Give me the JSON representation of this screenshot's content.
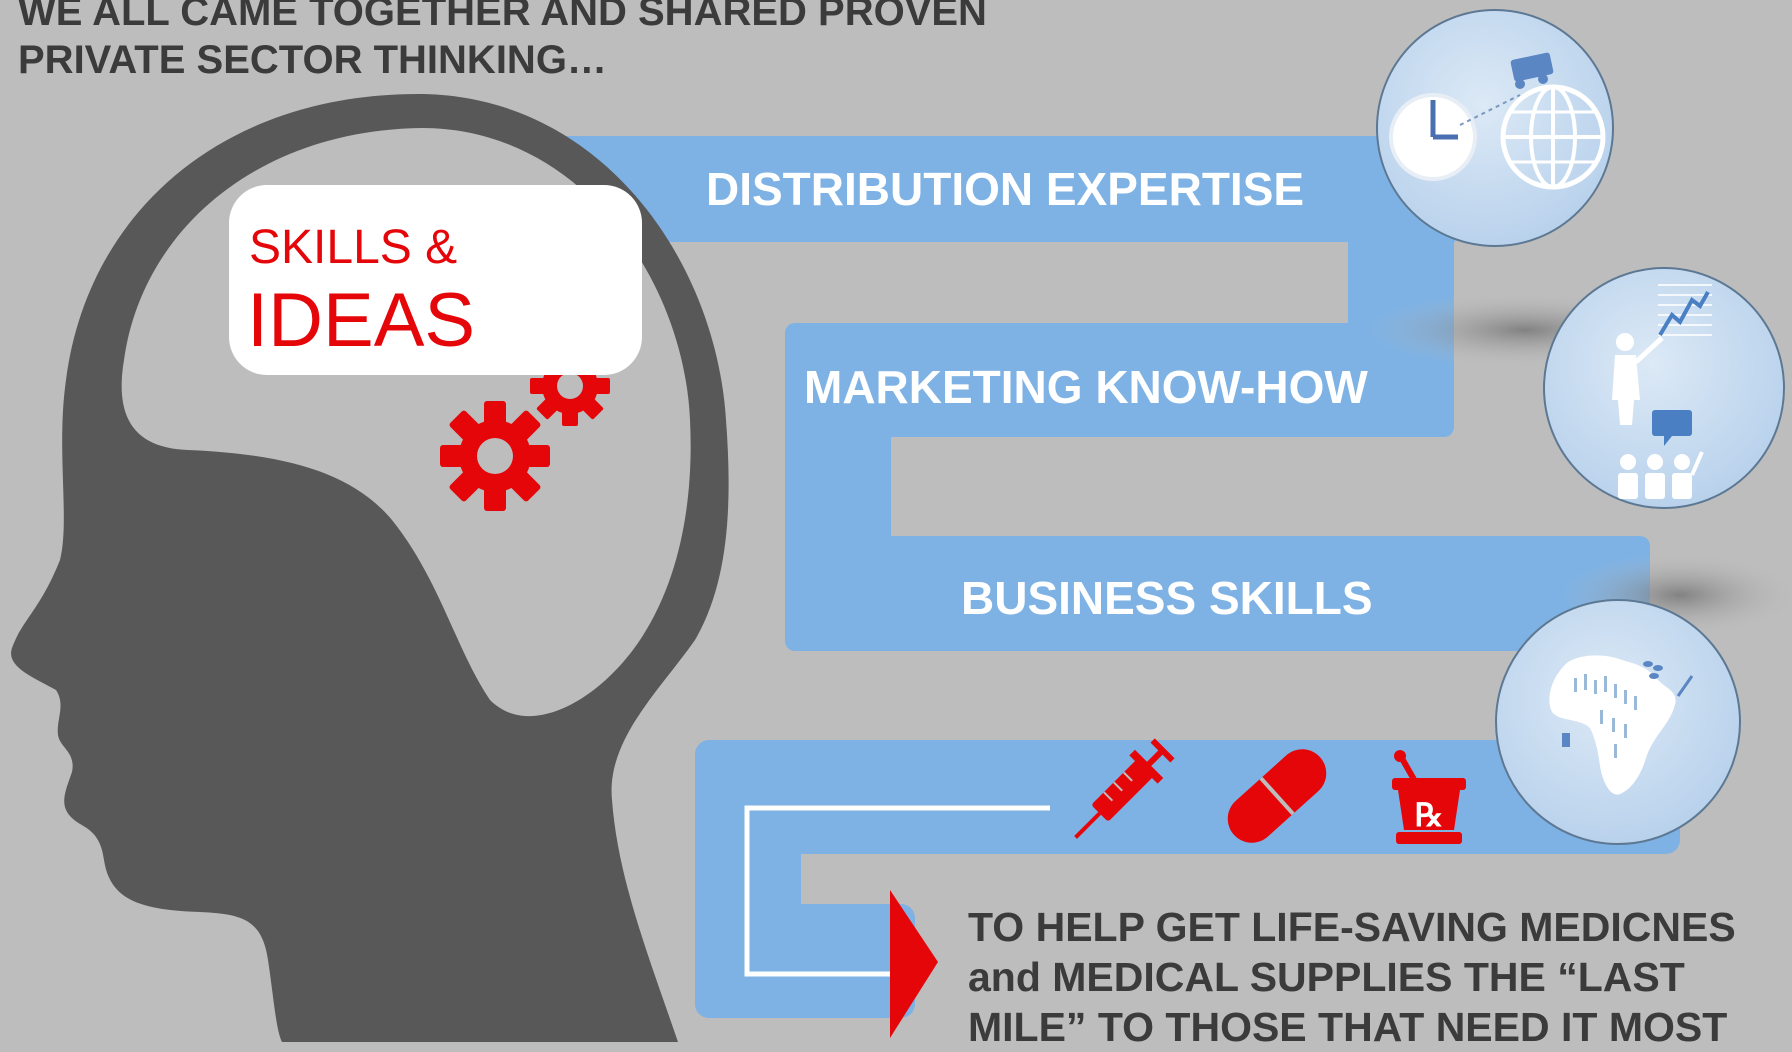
{
  "headline": {
    "line1": "WE ALL CAME TOGETHER AND SHARED PROVEN",
    "line2": "PRIVATE SECTOR THINKING…"
  },
  "bubble": {
    "line1": "SKILLS &",
    "line2": "IDEAS"
  },
  "steps": [
    {
      "label": "DISTRIBUTION EXPERTISE",
      "icon": "clock-truck-globe-icon"
    },
    {
      "label": "MARKETING KNOW-HOW",
      "icon": "presenter-chart-icon"
    },
    {
      "label": "BUSINESS SKILLS",
      "icon": "africa-map-icon"
    }
  ],
  "outcome": {
    "line1": "TO HELP GET LIFE-SAVING MEDICNES",
    "line2": "and MEDICAL SUPPLIES THE “LAST",
    "line3": "MILE” TO THOSE THAT NEED IT MOST"
  },
  "supply_icons": [
    "syringe-icon",
    "pill-icon",
    "rx-mortar-icon"
  ],
  "colors": {
    "background": "#bdbdbd",
    "head": "#585858",
    "route": "#7eb2e4",
    "accent_red": "#e5060a",
    "text_dark": "#3b3b3b",
    "circle_fill": "#c6dbf0"
  }
}
